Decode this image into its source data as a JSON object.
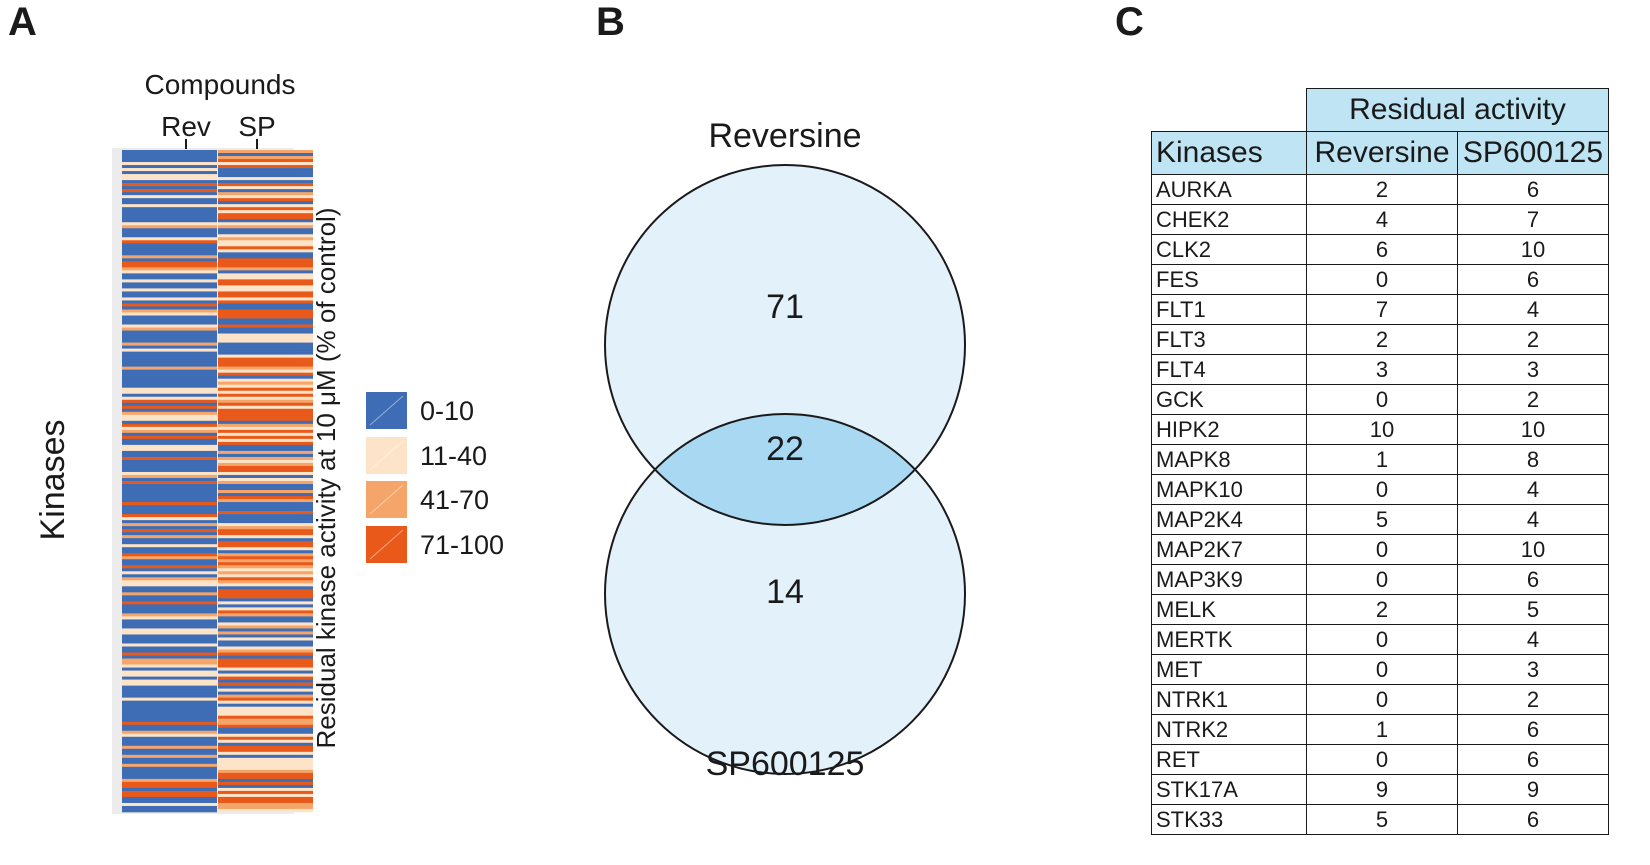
{
  "panels": {
    "a": "A",
    "b": "B",
    "c": "C"
  },
  "heatmap": {
    "column_group_label": "Compounds",
    "columns": [
      "Rev",
      "SP"
    ],
    "row_axis_label": "Kinases",
    "colorbar_label": "Residual kinase activity at 10 μM (% of control)",
    "legend": [
      {
        "label": "0-10",
        "color": "#3e6db5"
      },
      {
        "label": "11-40",
        "color": "#fde4c8"
      },
      {
        "label": "41-70",
        "color": "#f5a56a"
      },
      {
        "label": "71-100",
        "color": "#e8591a"
      }
    ]
  },
  "chart_data": {
    "type": "venn",
    "sets": [
      {
        "label": "Reversine",
        "only": 71
      },
      {
        "label": "SP600125",
        "only": 14
      }
    ],
    "intersection": 22,
    "colors": {
      "circle": "#e3f1fa",
      "overlap": "#a9d9f2",
      "stroke": "#1a1a1a"
    }
  },
  "table": {
    "super_header": "Residual activity",
    "headers": [
      "Kinases",
      "Reversine",
      "SP600125"
    ],
    "rows": [
      [
        "AURKA",
        2,
        6
      ],
      [
        "CHEK2",
        4,
        7
      ],
      [
        "CLK2",
        6,
        10
      ],
      [
        "FES",
        0,
        6
      ],
      [
        "FLT1",
        7,
        4
      ],
      [
        "FLT3",
        2,
        2
      ],
      [
        "FLT4",
        3,
        3
      ],
      [
        "GCK",
        0,
        2
      ],
      [
        "HIPK2",
        10,
        10
      ],
      [
        "MAPK8",
        1,
        8
      ],
      [
        "MAPK10",
        0,
        4
      ],
      [
        "MAP2K4",
        5,
        4
      ],
      [
        "MAP2K7",
        0,
        10
      ],
      [
        "MAP3K9",
        0,
        6
      ],
      [
        "MELK",
        2,
        5
      ],
      [
        "MERTK",
        0,
        4
      ],
      [
        "MET",
        0,
        3
      ],
      [
        "NTRK1",
        0,
        2
      ],
      [
        "NTRK2",
        1,
        6
      ],
      [
        "RET",
        0,
        6
      ],
      [
        "STK17A",
        9,
        9
      ],
      [
        "STK33",
        5,
        6
      ]
    ]
  }
}
